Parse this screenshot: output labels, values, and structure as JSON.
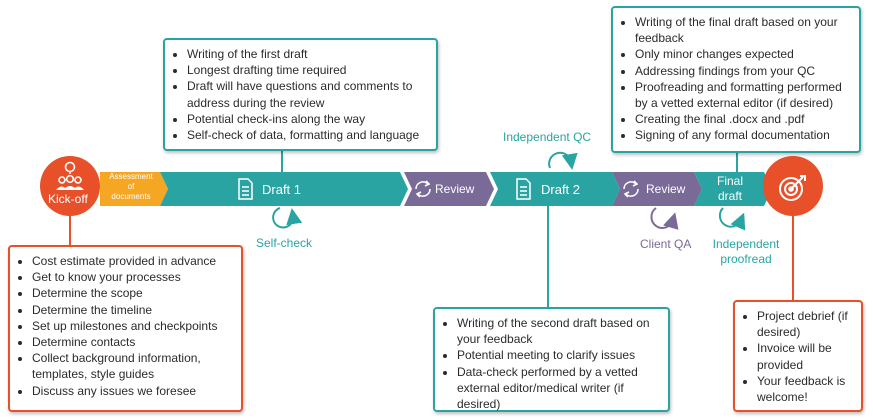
{
  "colors": {
    "teal": "#2aa3a3",
    "orange": "#e8502a",
    "amber": "#f5a623",
    "purple": "#7a6a98"
  },
  "kickoff": {
    "label": "Kick-off",
    "icon": "team-lightbulb-icon"
  },
  "assessment": {
    "label_line1": "Assessment",
    "label_line2": "of",
    "label_line3": "documents"
  },
  "stages": {
    "draft1": {
      "label": "Draft 1",
      "icon": "document-icon"
    },
    "review1": {
      "label": "Review",
      "icon": "cycle-icon"
    },
    "draft2": {
      "label": "Draft 2",
      "icon": "document-icon"
    },
    "review2": {
      "label": "Review",
      "icon": "cycle-icon"
    },
    "final": {
      "label_line1": "Final",
      "label_line2": "draft"
    },
    "target": {
      "icon": "target-icon"
    }
  },
  "loops": {
    "self_check": "Self-check",
    "independent_qc": "Independent QC",
    "client_qa": "Client QA",
    "independent_proofread_line1": "Independent",
    "independent_proofread_line2": "proofread"
  },
  "boxes": {
    "kickoff": {
      "items": [
        "Cost estimate provided in advance",
        "Get to know your processes",
        "Determine the scope",
        "Determine the timeline",
        "Set up milestones and checkpoints",
        "Determine contacts",
        "Collect background information, templates, style guides",
        "Discuss any issues we foresee"
      ]
    },
    "draft1": {
      "items": [
        "Writing of the first draft",
        "Longest drafting time required",
        "Draft will have questions and comments to address during the review",
        "Potential check-ins along the way",
        "Self-check of data, formatting and language"
      ]
    },
    "draft2": {
      "items": [
        "Writing of the second draft based on your feedback",
        "Potential meeting to clarify issues",
        "Data-check performed by a vetted external editor/medical writer (if desired)"
      ]
    },
    "final": {
      "items": [
        "Writing of the final draft based on your feedback",
        "Only minor changes expected",
        "Addressing findings from your QC",
        "Proofreading and formatting performed by a vetted external editor (if desired)",
        "Creating the final .docx and .pdf",
        "Signing of any formal documentation"
      ]
    },
    "closing": {
      "items": [
        "Project debrief (if desired)",
        "Invoice will be provided",
        "Your feedback is welcome!"
      ]
    }
  }
}
